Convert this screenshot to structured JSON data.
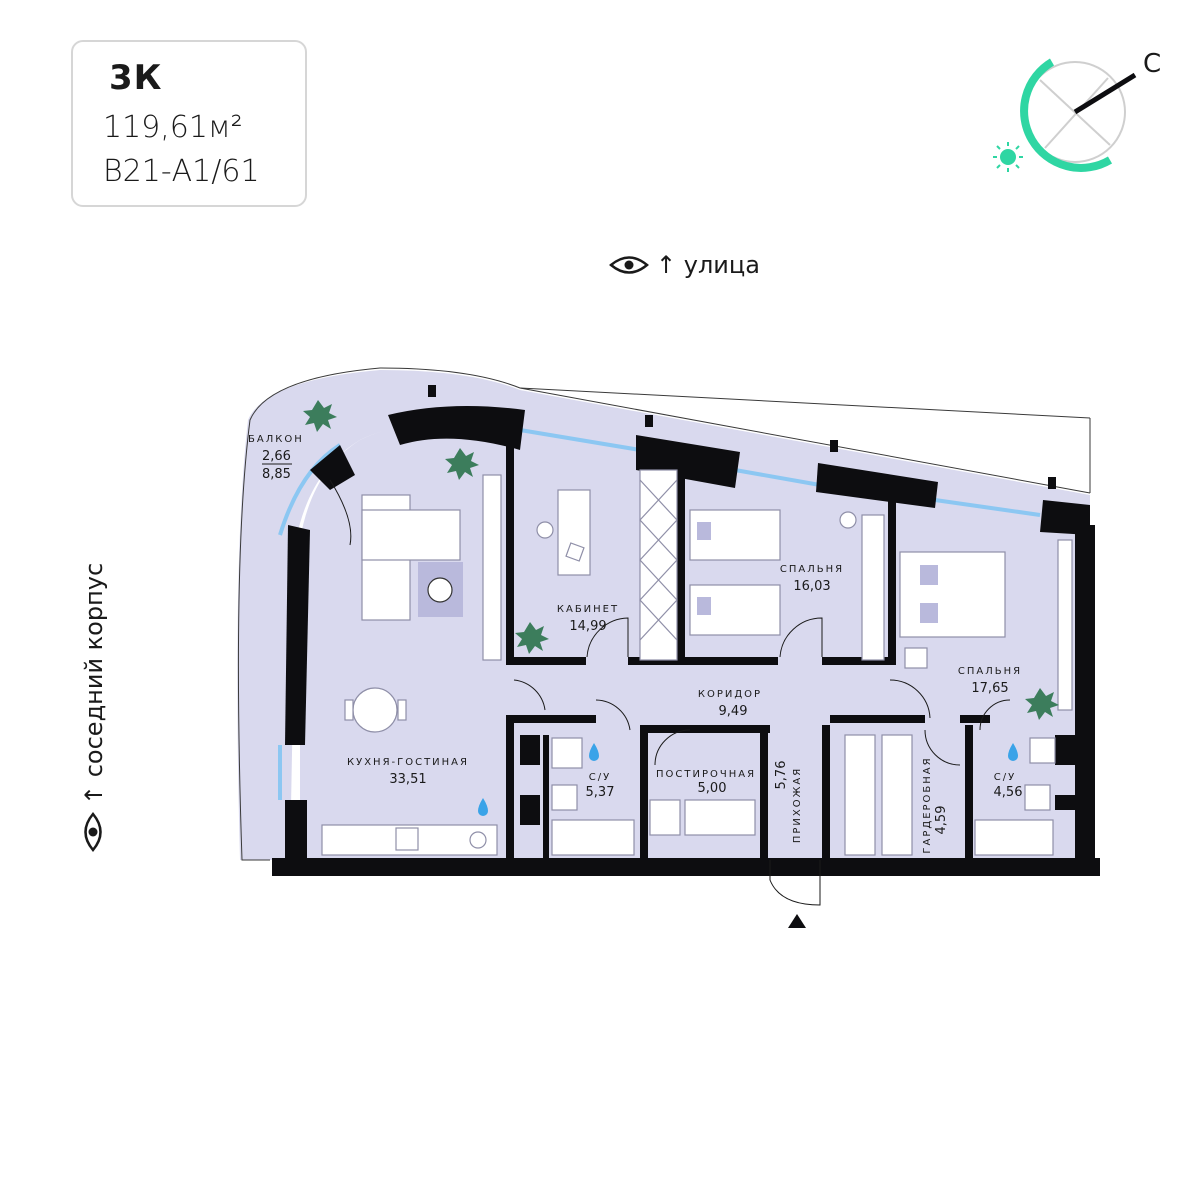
{
  "apartment": {
    "type": "3К",
    "area": "119,61м²",
    "code": "В21-А1/61"
  },
  "compass": {
    "north_label": "С",
    "accent_color": "#2fd6a3",
    "icons": [
      "sun-icon",
      "compass-icon"
    ]
  },
  "views": {
    "top": "↑ улица",
    "left": "↑ соседний корпус",
    "icon": "eye-icon"
  },
  "rooms": {
    "balcony": {
      "name": "БАЛКОН",
      "area1": "2,66",
      "area2": "8,85"
    },
    "kitchen_living": {
      "name": "КУХНЯ-ГОСТИНАЯ",
      "area": "33,51"
    },
    "study": {
      "name": "КАБИНЕТ",
      "area": "14,99"
    },
    "bedroom1": {
      "name": "СПАЛЬНЯ",
      "area": "16,03"
    },
    "bedroom2": {
      "name": "СПАЛЬНЯ",
      "area": "17,65"
    },
    "corridor": {
      "name": "КОРИДОР",
      "area": "9,49"
    },
    "bathroom1": {
      "name": "С/У",
      "area": "5,37"
    },
    "laundry": {
      "name": "ПОСТИРОЧНАЯ",
      "area": "5,00"
    },
    "hallway": {
      "name": "ПРИХОЖАЯ",
      "area": "5,76"
    },
    "wardrobe": {
      "name": "ГАРДЕРОБНАЯ",
      "area": "4,59"
    },
    "bathroom2": {
      "name": "С/У",
      "area": "4,56"
    }
  },
  "colors": {
    "floor": "#d9d9ee",
    "walls": "#0d0d10",
    "glazing": "#8cc7f2",
    "furniture_stroke": "#8f8fa8",
    "accent": "#2fd6a3",
    "water_drop": "#3aa3e8",
    "plant": "#3c7d5c"
  }
}
